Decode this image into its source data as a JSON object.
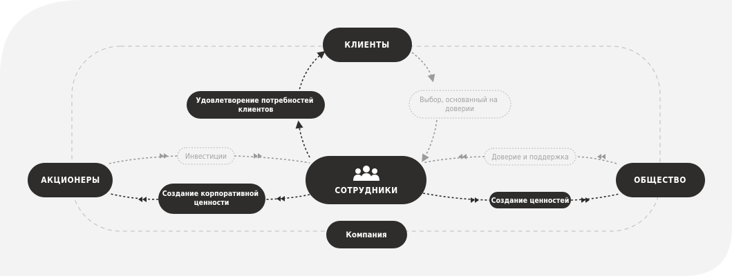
{
  "colors": {
    "background": "#f3f3f3",
    "node_dark": "#2e2d2c",
    "node_text": "#ffffff",
    "outline": "#bbbbbb",
    "muted_text": "#a3a3a3",
    "arrow_dark": "#2e2d2c",
    "arrow_light": "#9b9b9b"
  },
  "nodes": {
    "clients": "КЛИЕНТЫ",
    "employees": "СОТРУДНИКИ",
    "shareholders": "АКЦИОНЕРЫ",
    "society": "ОБЩЕСТВО",
    "company": "Компания"
  },
  "labels": {
    "customer_satisfaction": [
      "Удовлетворение потребностей",
      "клиентов"
    ],
    "trust_choice": [
      "Выбор, основанный на",
      "доверии"
    ],
    "investments": "Инвестиции",
    "trust_support": "Доверие и поддержка",
    "corporate_value": [
      "Создание корпоративной",
      "ценности"
    ],
    "value_creation": "Создание ценностей"
  },
  "icons": {
    "employees": "group-people-icon"
  }
}
